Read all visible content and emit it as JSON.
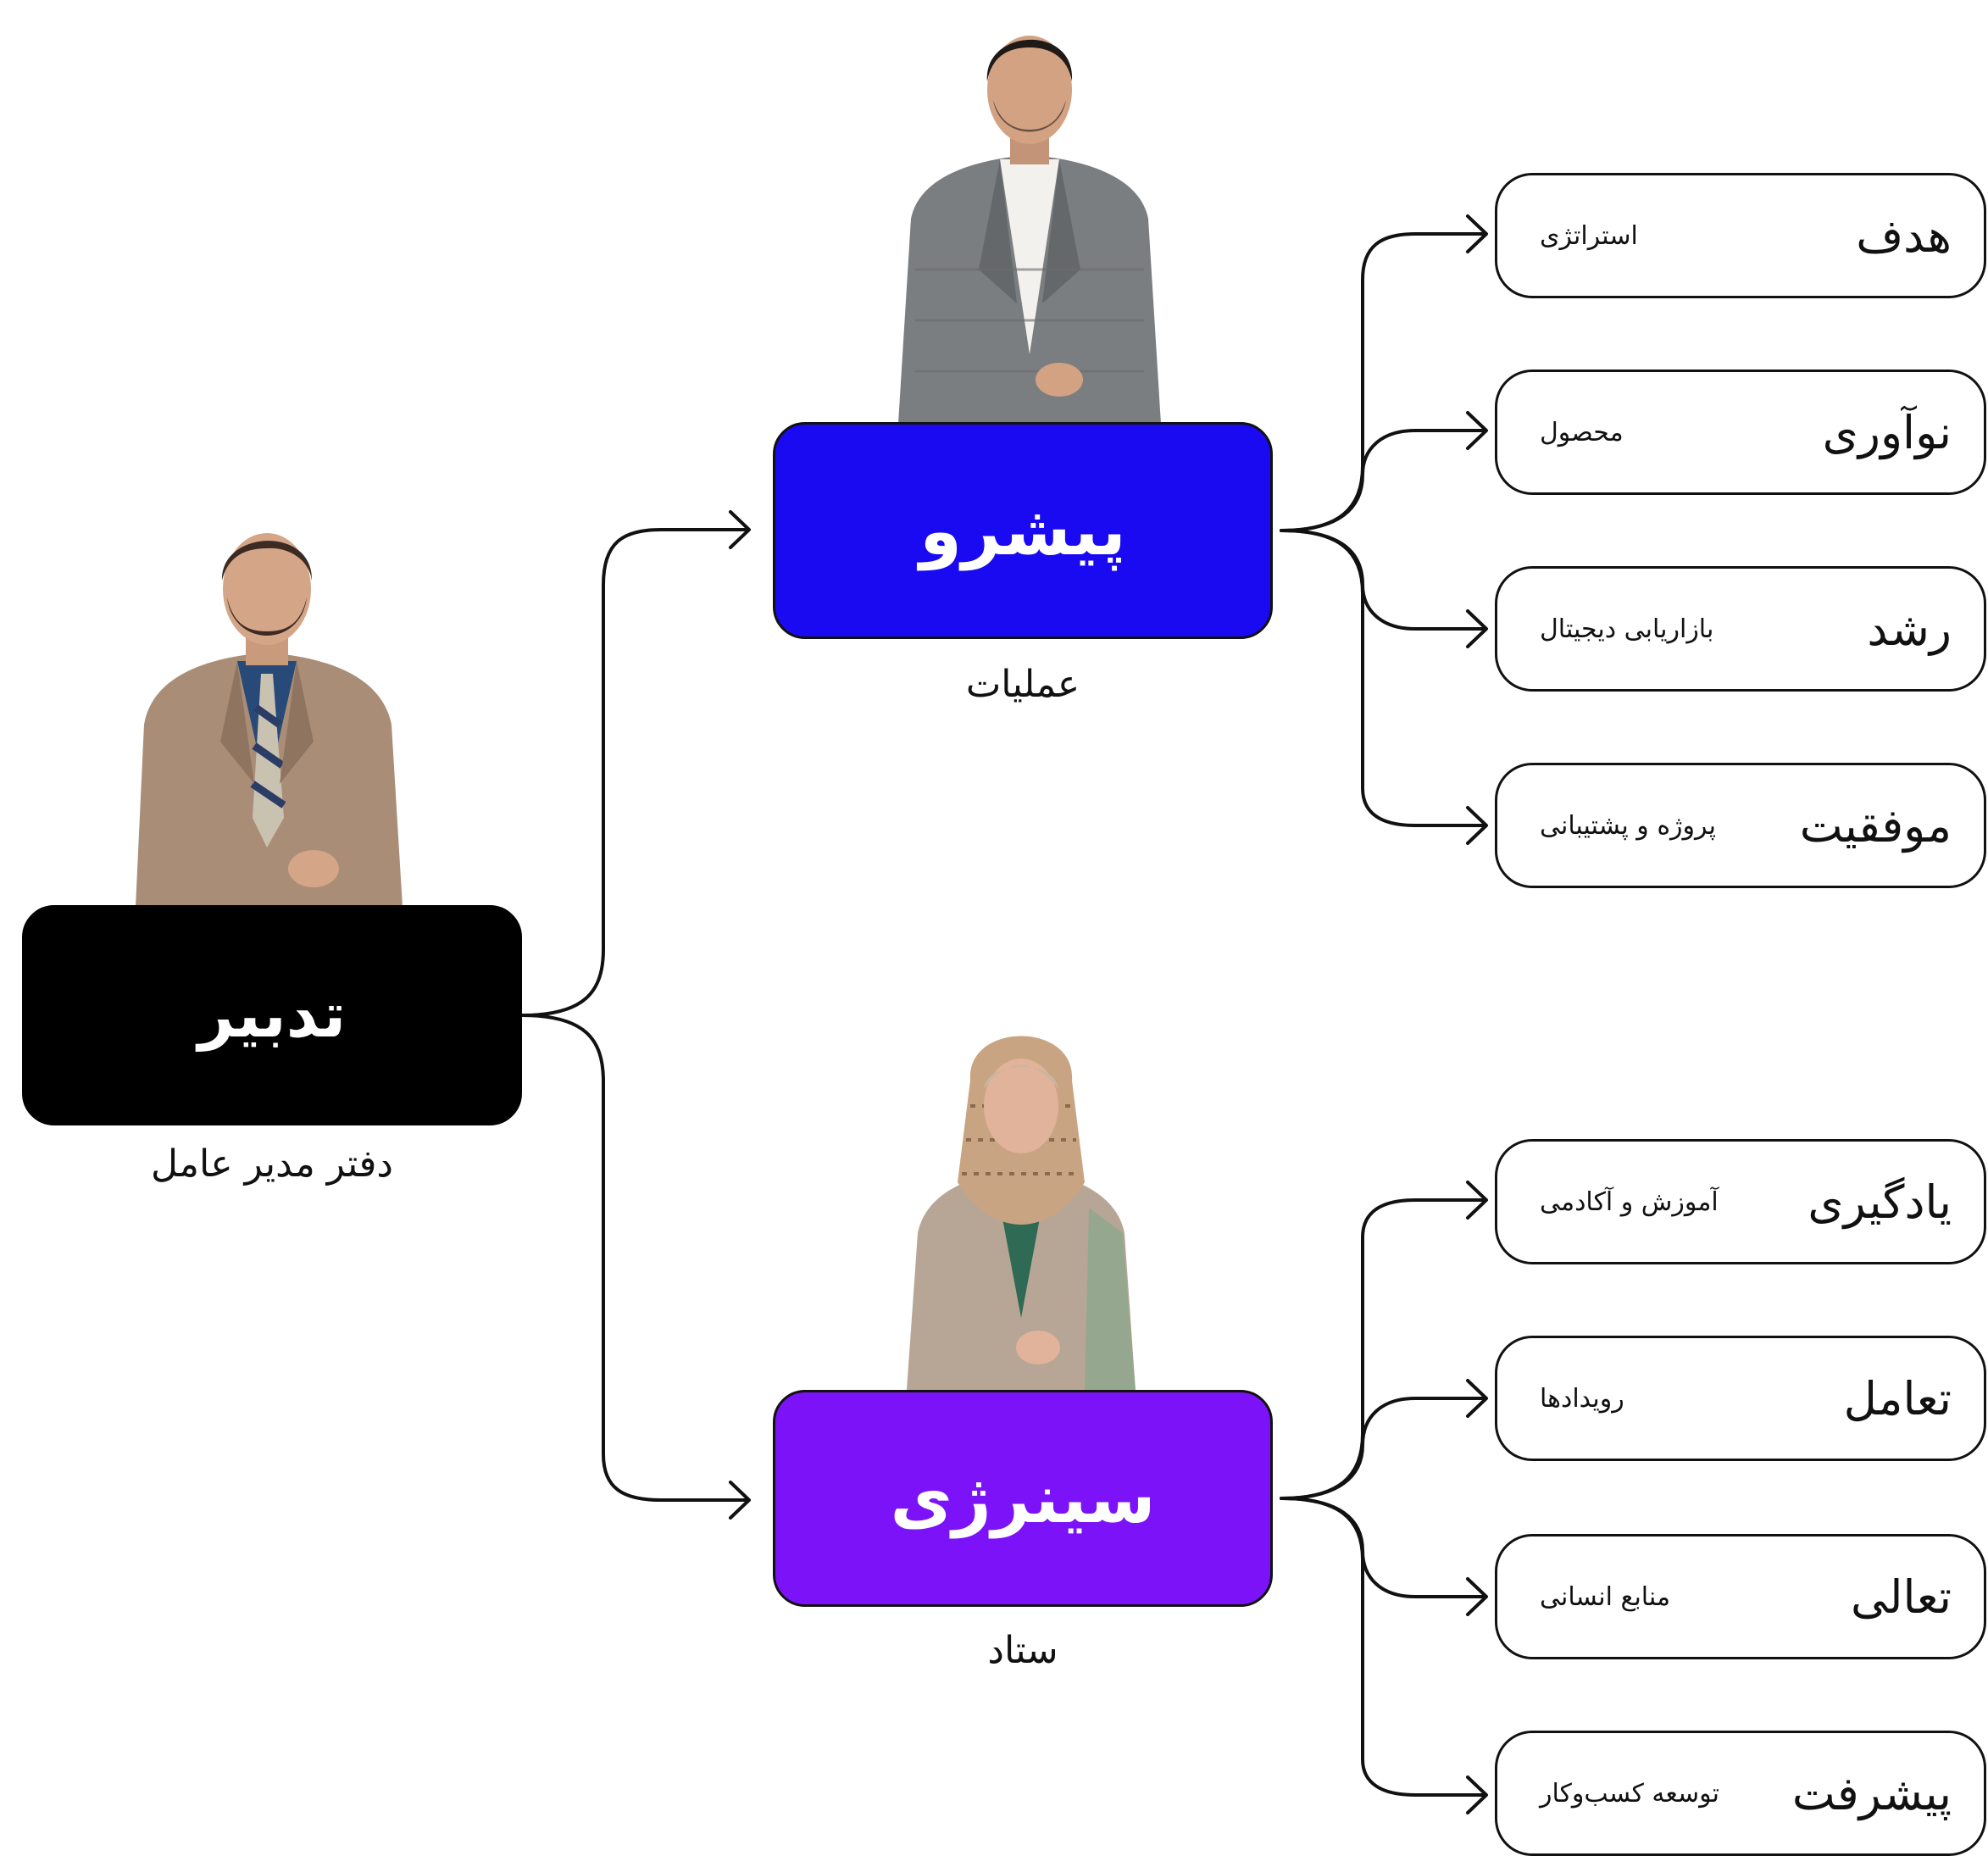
{
  "colors": {
    "root": "#000000",
    "operations": "#1a0af2",
    "staff": "#7b12f8",
    "line": "#111111"
  },
  "root": {
    "title": "تدبیر",
    "caption": "دفتر مدیر عامل",
    "photo": "person-photo-icon"
  },
  "branches": [
    {
      "title": "پیشرو",
      "caption": "عملیات",
      "photo": "person-photo-icon",
      "leaves": [
        {
          "title": "هدف",
          "sub": "استراتژی"
        },
        {
          "title": "نوآوری",
          "sub": "محصول"
        },
        {
          "title": "رشد",
          "sub": "بازاریابی دیجیتال"
        },
        {
          "title": "موفقیت",
          "sub": "پروژه و پشتیبانی"
        }
      ]
    },
    {
      "title": "سینرژی",
      "caption": "ستاد",
      "photo": "person-photo-icon",
      "leaves": [
        {
          "title": "یادگیری",
          "sub": "آموزش و آکادمی"
        },
        {
          "title": "تعامل",
          "sub": "رویدادها"
        },
        {
          "title": "تعالی",
          "sub": "منابع انسانی"
        },
        {
          "title": "پیشرفت",
          "sub": "توسعه کسب‌وکار"
        }
      ]
    }
  ]
}
